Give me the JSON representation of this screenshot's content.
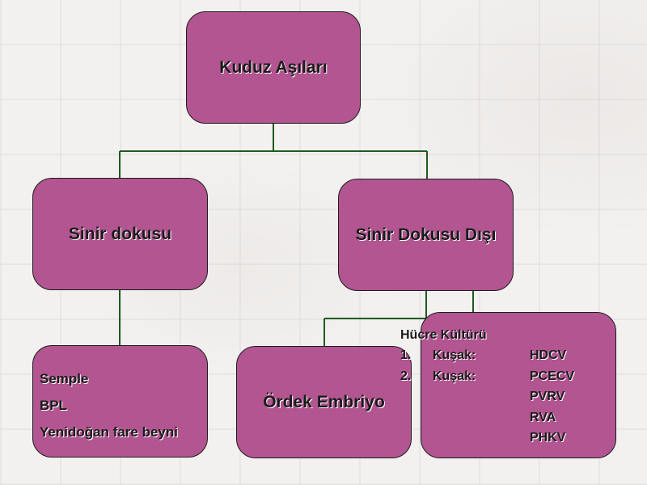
{
  "diagram": {
    "root": {
      "label": "Kuduz Aşıları"
    },
    "sinir_dokusu": {
      "label": "Sinir dokusu",
      "items": [
        "Semple",
        "BPL",
        "Yenidoğan fare beyni"
      ]
    },
    "sinir_dokusu_disi": {
      "label": "Sinir Dokusu Dışı",
      "ordek": {
        "label": "Ördek Embriyo"
      },
      "hucre": {
        "title": "Hücre Kültürü",
        "rows": [
          {
            "num": "1.",
            "label": "Kuşak:",
            "value": "HDCV"
          },
          {
            "num": "2.",
            "label": "Kuşak:",
            "value": "PCECV"
          },
          {
            "num": "",
            "label": "",
            "value": "PVRV"
          },
          {
            "num": "",
            "label": "",
            "value": "RVA"
          },
          {
            "num": "",
            "label": "",
            "value": "PHKV"
          }
        ]
      }
    }
  },
  "colors": {
    "node_fill": "#b25591",
    "connector": "#1f5a1f",
    "text": "#1a1a1a"
  }
}
